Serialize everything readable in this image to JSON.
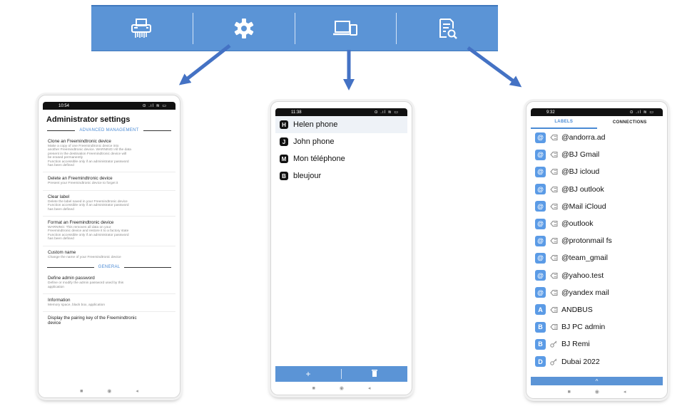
{
  "toolbar": {
    "icons": [
      "shredder-icon",
      "gear-icon",
      "devices-icon",
      "document-search-icon"
    ],
    "color": "#5b94d6"
  },
  "admin_phone": {
    "status_time": "10:54",
    "title": "Administrator settings",
    "sections": [
      {
        "heading": "ADVANCED MANAGEMENT",
        "items": [
          {
            "title": "Clone an Freemindtronic device",
            "desc": "Make a copy of one Freemindtronic device into\nanother Freemindtronic device. WARNING! All the data\npresent in the destination Freemindtronic device will\nbe erased permanently\nFunction accessible only if an administrator password\nhas been defined"
          },
          {
            "title": "Delete an Freemindtronic device",
            "desc": "Present your Freemindtronic device to forget it"
          },
          {
            "title": "Clear label",
            "desc": "Delete the label saved in your Freemindtronic device\nFunction accessible only if an administrator password\nhas been defined"
          },
          {
            "title": "Format an Freemindtronic device",
            "desc": "WARNING: This removes all data on your\nFreemindtronic device and restore it to a factory state\nFunction accessible only if an administrator password\nhas been defined"
          },
          {
            "title": "Custom name",
            "desc": "Change the name of your Freemindtronic device"
          }
        ]
      },
      {
        "heading": "GENERAL",
        "items": [
          {
            "title": "Define admin password",
            "desc": "Define or modify the admin password used by this\napplication"
          },
          {
            "title": "Information",
            "desc": "Memory space, black box, application"
          },
          {
            "title": "Display the pairing key of the Freemindtronic\ndevice",
            "desc": ""
          }
        ]
      }
    ]
  },
  "devices_phone": {
    "status_time": "11:38",
    "devices": [
      {
        "letter": "H",
        "name": "Helen phone"
      },
      {
        "letter": "J",
        "name": "John phone"
      },
      {
        "letter": "M",
        "name": "Mon téléphone"
      },
      {
        "letter": "B",
        "name": "bleujour"
      }
    ],
    "bottom": {
      "add": "+",
      "delete": "🗑"
    }
  },
  "labels_phone": {
    "status_time": "9:32",
    "tabs": {
      "labels": "LABELS",
      "connections": "CONNECTIONS"
    },
    "labels": [
      {
        "badge": "@",
        "kind": "tag",
        "name": "@andorra.ad"
      },
      {
        "badge": "@",
        "kind": "tag",
        "name": "@BJ Gmail"
      },
      {
        "badge": "@",
        "kind": "tag",
        "name": "@BJ icloud"
      },
      {
        "badge": "@",
        "kind": "tag",
        "name": "@BJ outlook"
      },
      {
        "badge": "@",
        "kind": "tag",
        "name": "@Mail iCloud"
      },
      {
        "badge": "@",
        "kind": "tag",
        "name": "@outlook"
      },
      {
        "badge": "@",
        "kind": "tag",
        "name": "@protonmail fs"
      },
      {
        "badge": "@",
        "kind": "tag",
        "name": "@team_gmail"
      },
      {
        "badge": "@",
        "kind": "tag",
        "name": "@yahoo.test"
      },
      {
        "badge": "@",
        "kind": "tag",
        "name": "@yandex mail"
      },
      {
        "badge": "A",
        "kind": "tag",
        "name": "ANDBUS"
      },
      {
        "badge": "B",
        "kind": "tag",
        "name": "BJ PC admin"
      },
      {
        "badge": "B",
        "kind": "key",
        "name": "BJ Remi"
      },
      {
        "badge": "D",
        "kind": "key",
        "name": "Dubai 2022"
      }
    ],
    "scroll_up": "^"
  }
}
